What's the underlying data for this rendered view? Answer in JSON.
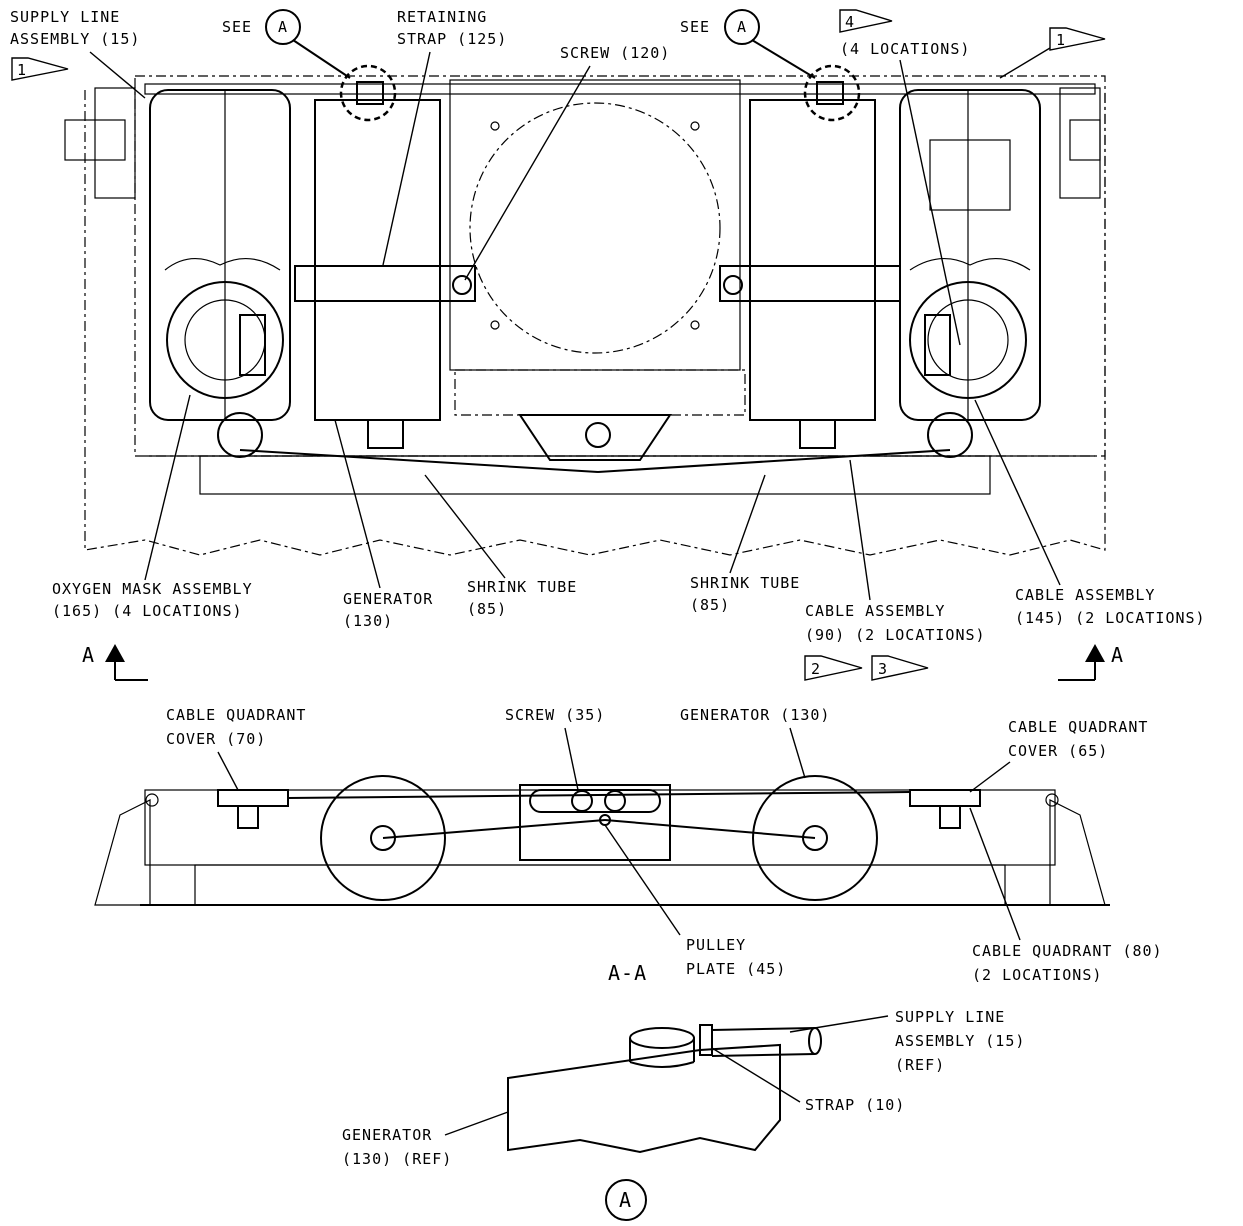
{
  "top_view": {
    "supply_line": [
      "SUPPLY LINE",
      "ASSEMBLY (15)"
    ],
    "see_left": "SEE",
    "see_right": "SEE",
    "detail_letter": "A",
    "retaining_strap": [
      "RETAINING",
      "STRAP (125)"
    ],
    "screw_120": "SCREW (120)",
    "locations_4": "(4 LOCATIONS)",
    "oxygen_mask": [
      "OXYGEN MASK ASSEMBLY",
      "(165) (4 LOCATIONS)"
    ],
    "generator_130": [
      "GENERATOR",
      "(130)"
    ],
    "shrink_tube_left": [
      "SHRINK TUBE",
      "(85)"
    ],
    "shrink_tube_right": [
      "SHRINK TUBE",
      "(85)"
    ],
    "cable_90": [
      "CABLE ASSEMBLY",
      "(90) (2 LOCATIONS)"
    ],
    "cable_145": [
      "CABLE ASSEMBLY",
      "(145) (2 LOCATIONS)"
    ],
    "section_marker": "A"
  },
  "flags": {
    "flag_1": "1",
    "flag_2": "2",
    "flag_3": "3",
    "flag_4": "4"
  },
  "section_view": {
    "cable_quadrant_cover_70": [
      "CABLE QUADRANT",
      "COVER (70)"
    ],
    "screw_35": "SCREW (35)",
    "generator_130": "GENERATOR (130)",
    "cable_quadrant_cover_65": [
      "CABLE QUADRANT",
      "COVER (65)"
    ],
    "pulley_plate": [
      "PULLEY",
      "PLATE (45)"
    ],
    "title": "A-A",
    "cable_quadrant_80": [
      "CABLE QUADRANT (80)",
      "(2 LOCATIONS)"
    ]
  },
  "detail_view": {
    "supply_line_ref": [
      "SUPPLY LINE",
      "ASSEMBLY (15)",
      "(REF)"
    ],
    "strap_10": "STRAP (10)",
    "generator_ref": [
      "GENERATOR",
      "(130) (REF)"
    ],
    "detail_letter": "A"
  }
}
